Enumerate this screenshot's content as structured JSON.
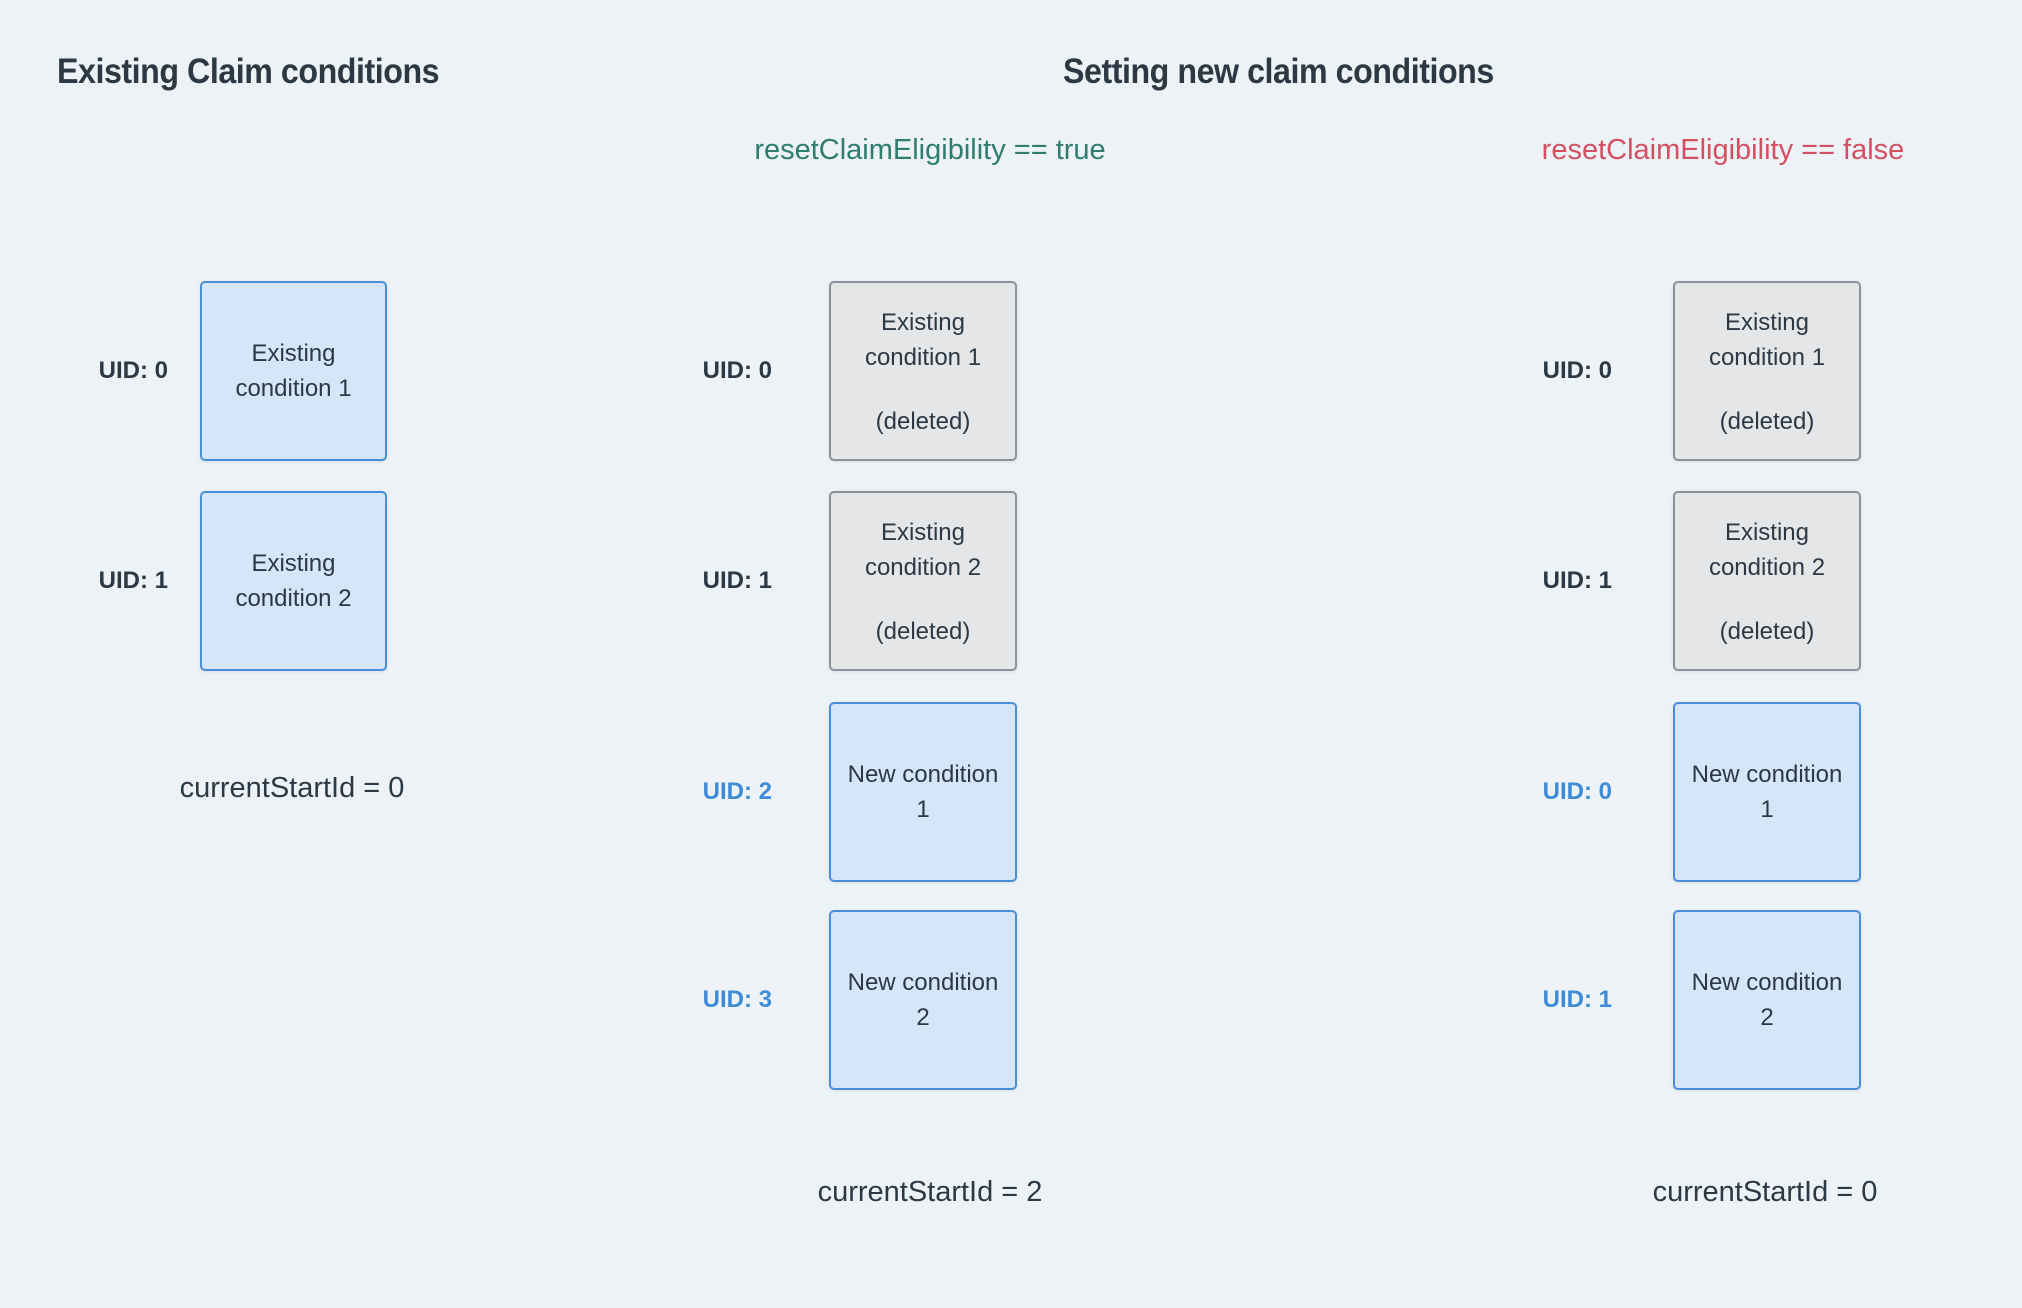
{
  "colors": {
    "bg": "#EDF2F6",
    "dark": "#2C3945",
    "teal": "#2E7D6E",
    "red": "#D35063",
    "blue_label": "#3E8CD8",
    "blue_box_bg": "#D4E6F8",
    "blue_box_border": "#4A8FD6",
    "gray_box_bg": "#E4E6E8",
    "gray_box_border": "#8A939B"
  },
  "left_panel": {
    "title": "Existing Claim conditions",
    "rows": [
      {
        "uid": "UID: 0",
        "line1": "Existing",
        "line2": "condition 1"
      },
      {
        "uid": "UID: 1",
        "line1": "Existing",
        "line2": "condition 2"
      }
    ],
    "footer": "currentStartId = 0"
  },
  "new_panel": {
    "title": "Setting new claim conditions",
    "true_column": {
      "subtitle": "resetClaimEligibility == true",
      "rows": [
        {
          "uid": "UID: 0",
          "line1": "Existing",
          "line2": "condition 1",
          "note": "(deleted)"
        },
        {
          "uid": "UID: 1",
          "line1": "Existing",
          "line2": "condition 2",
          "note": "(deleted)"
        },
        {
          "uid": "UID: 2",
          "line1": "New condition",
          "line2": "1"
        },
        {
          "uid": "UID: 3",
          "line1": "New condition",
          "line2": "2"
        }
      ],
      "footer": "currentStartId = 2"
    },
    "false_column": {
      "subtitle": "resetClaimEligibility == false",
      "rows": [
        {
          "uid": "UID: 0",
          "line1": "Existing",
          "line2": "condition 1",
          "note": "(deleted)"
        },
        {
          "uid": "UID: 1",
          "line1": "Existing",
          "line2": "condition 2",
          "note": "(deleted)"
        },
        {
          "uid": "UID: 0",
          "line1": "New condition",
          "line2": "1"
        },
        {
          "uid": "UID: 1",
          "line1": "New condition",
          "line2": "2"
        }
      ],
      "footer": "currentStartId = 0"
    }
  }
}
